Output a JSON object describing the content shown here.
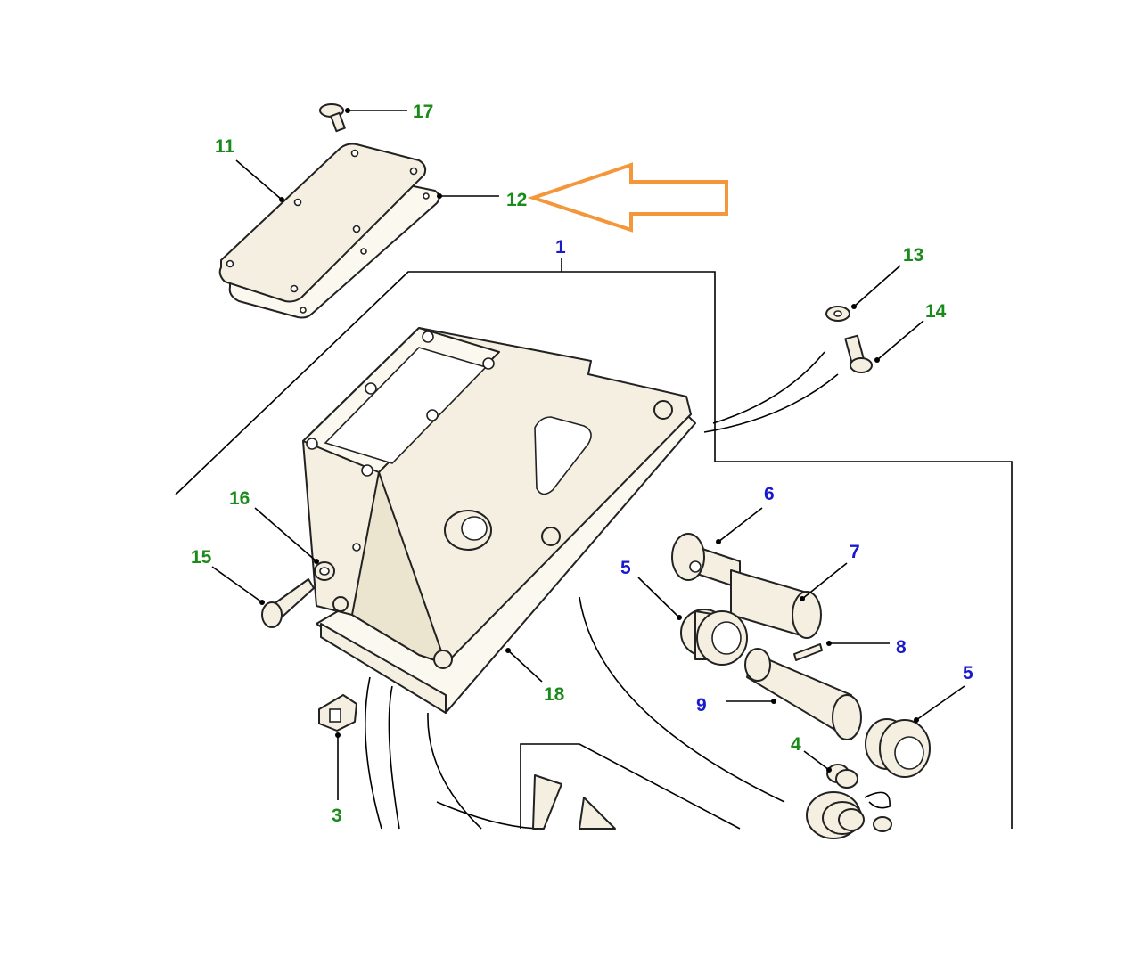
{
  "colors": {
    "green_label": "#1a8a1a",
    "blue_label": "#1a1acc",
    "arrow": "#f4963a",
    "line": "#000000",
    "part_fill": "#f4efe0"
  },
  "callouts": {
    "c1": {
      "text": "1",
      "color": "blue"
    },
    "c3": {
      "text": "3",
      "color": "green"
    },
    "c4": {
      "text": "4",
      "color": "green"
    },
    "c5a": {
      "text": "5",
      "color": "blue"
    },
    "c5b": {
      "text": "5",
      "color": "blue"
    },
    "c6": {
      "text": "6",
      "color": "blue"
    },
    "c7": {
      "text": "7",
      "color": "blue"
    },
    "c8": {
      "text": "8",
      "color": "blue"
    },
    "c9": {
      "text": "9",
      "color": "blue"
    },
    "c11": {
      "text": "11",
      "color": "green"
    },
    "c12": {
      "text": "12",
      "color": "green"
    },
    "c13": {
      "text": "13",
      "color": "green"
    },
    "c14": {
      "text": "14",
      "color": "green"
    },
    "c15": {
      "text": "15",
      "color": "green"
    },
    "c16": {
      "text": "16",
      "color": "green"
    },
    "c17": {
      "text": "17",
      "color": "green"
    },
    "c18": {
      "text": "18",
      "color": "green"
    }
  },
  "highlight": {
    "target": "12",
    "icon": "arrow-left-outline-icon"
  }
}
